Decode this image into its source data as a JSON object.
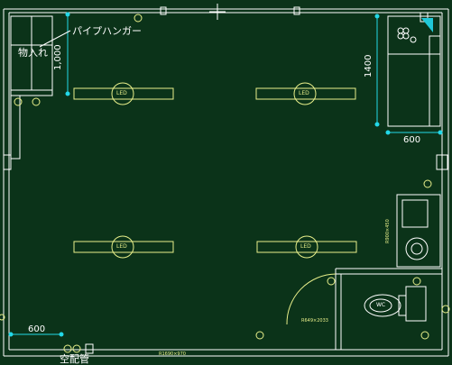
{
  "labels": {
    "pipe_hanger": "パイプハンガー",
    "storage": "物入れ",
    "dim_1000": "1,000",
    "dim_1400": "1400",
    "dim_600_right": "600",
    "dim_600_left": "600",
    "conduit": "空配管",
    "led": "LED",
    "wc": "WC",
    "bottom_note": "R1690×970",
    "bath_note": "R649×2033",
    "sink_note": "R900×450"
  },
  "colors": {
    "background": "#0b3319",
    "wall": "#ffffff",
    "fixture": "#e8ef8a",
    "dimension": "#23d8e8",
    "door": "#e8ef8a",
    "accent": "#20c8d8"
  },
  "icons": [
    "led-light-icon",
    "toilet-icon",
    "sink-icon",
    "fan-icon"
  ]
}
